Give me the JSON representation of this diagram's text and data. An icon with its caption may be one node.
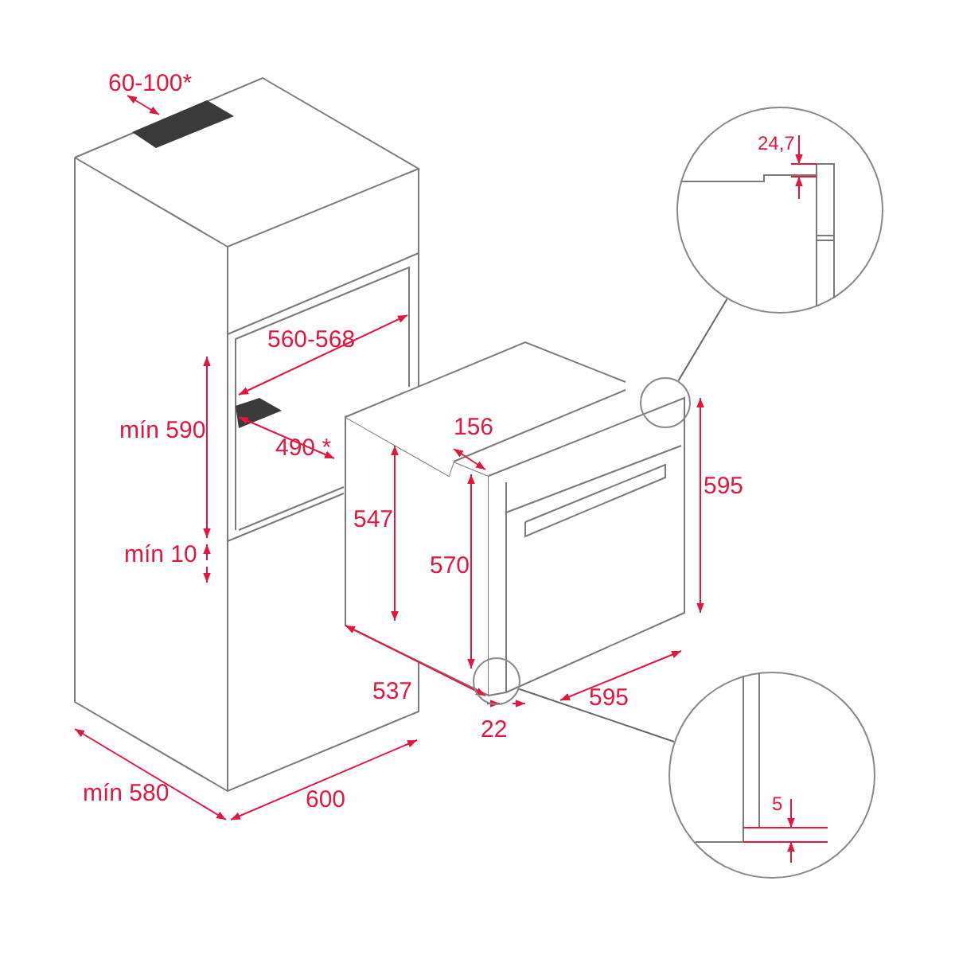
{
  "diagram": {
    "nodes": [
      {
        "text": [],
        "shape": "circle"
      },
      {
        "text": [
          "24,7"
        ]
      },
      {
        "text": [],
        "shape": "circle"
      },
      {
        "text": [
          "5"
        ]
      }
    ],
    "edges": [
      {
        "from": 0,
        "to": 1,
        "arrow": "none"
      },
      {
        "from": 2,
        "to": 3,
        "arrow": "none"
      }
    ],
    "labels": [
      "60-100*",
      "560-568",
      "mín 590",
      "490 *",
      "156",
      "547",
      "595",
      "mín 10",
      "570",
      "537",
      "595",
      "22",
      "mín 580",
      "600"
    ]
  }
}
